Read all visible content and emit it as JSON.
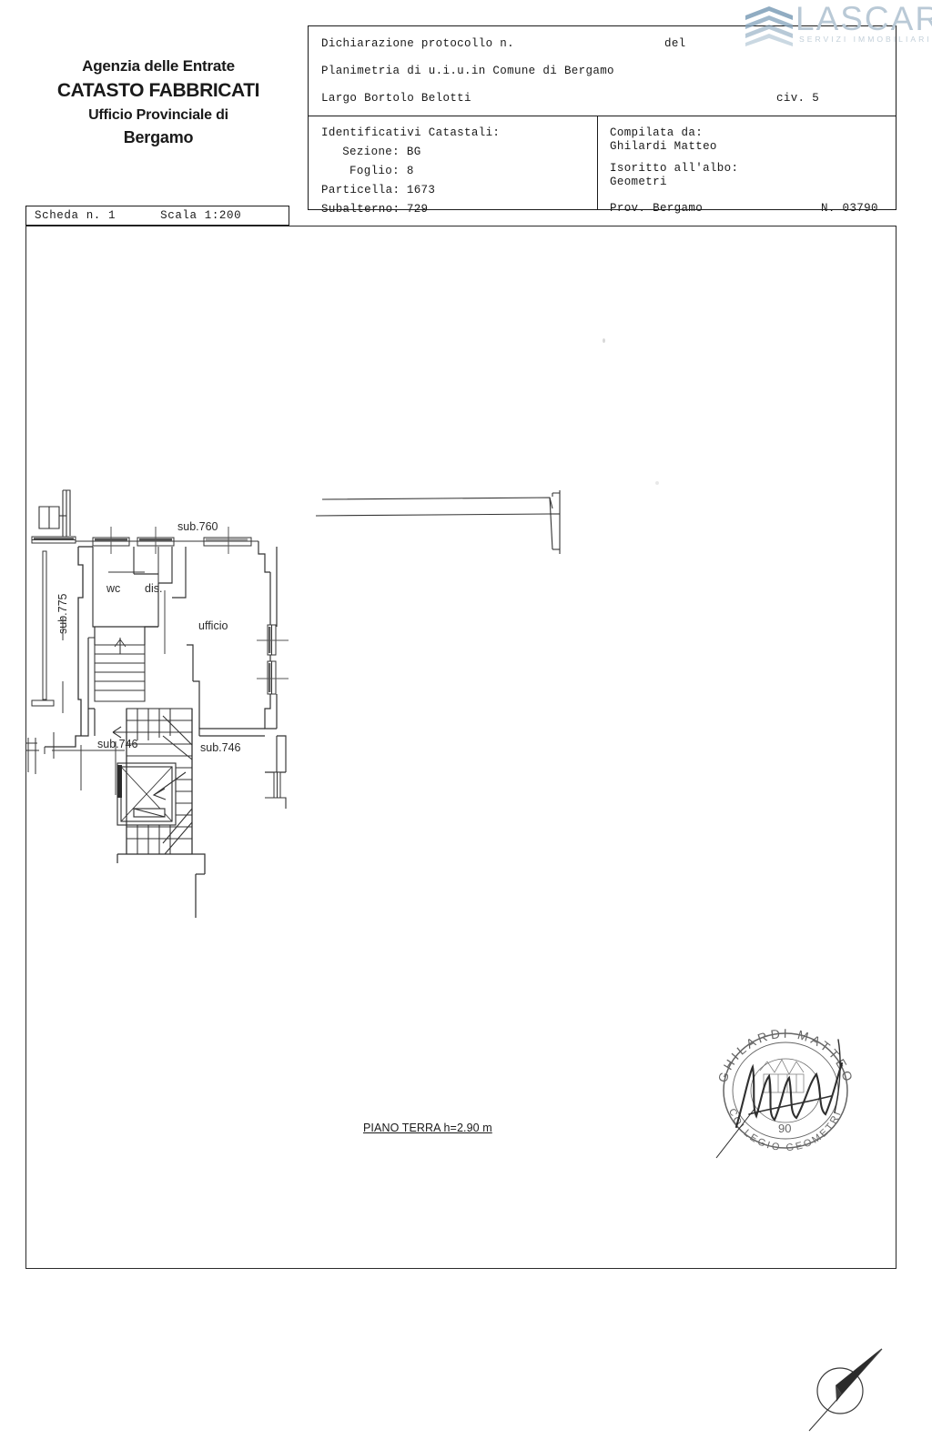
{
  "agency": {
    "line1": "Agenzia delle Entrate",
    "line2": "CATASTO FABBRICATI",
    "line3": "Ufficio Provinciale di",
    "line4": "Bergamo"
  },
  "scheda": {
    "sheet_label": "Scheda n. 1",
    "scale_label": "Scala 1:200"
  },
  "info_table": {
    "declaration_label": "Dichiarazione protocollo n.",
    "declaration_del": "del",
    "planimetry_line": "Planimetria di u.i.u.in Comune di Bergamo",
    "address": "Largo Bortolo Belotti",
    "civic": "civ. 5",
    "identifiers": {
      "title": "Identificativi Catastali:",
      "sezione_label": "Sezione:",
      "sezione_value": "BG",
      "foglio_label": "Foglio:",
      "foglio_value": "8",
      "particella_label": "Particella:",
      "particella_value": "1673",
      "subalterno_label": "Subalterno:",
      "subalterno_value": "729"
    },
    "compiler": {
      "compiled_by_label": "Compilata da:",
      "compiled_by_name": "Ghilardi Matteo",
      "registered_label": "Isoritto all'albo:",
      "registered_value": "Geometri",
      "province": "Prov. Bergamo",
      "registration_number": "N. 03790"
    }
  },
  "logo": {
    "wordmark": "LASCARI",
    "subword": "SERVIZI IMMOBILIARI",
    "mark_color": "#8aa8bf",
    "text_color": "#b9c9d6"
  },
  "plan": {
    "floor_note": "PIANO TERRA h=2.90 m",
    "labels": {
      "sub760": "sub.760",
      "sub775": "sub.775",
      "sub746_left": "sub.746",
      "sub746_right": "sub.746",
      "wc": "wc",
      "dis": "dis.",
      "ufficio": "ufficio"
    }
  },
  "stamp": {
    "arc_top": "GHILARDI MATTEO",
    "arc_bottom": "COLLEGIO GEOMETRI",
    "inner_number": "90"
  },
  "north_arrow": {
    "name": "north-arrow"
  }
}
